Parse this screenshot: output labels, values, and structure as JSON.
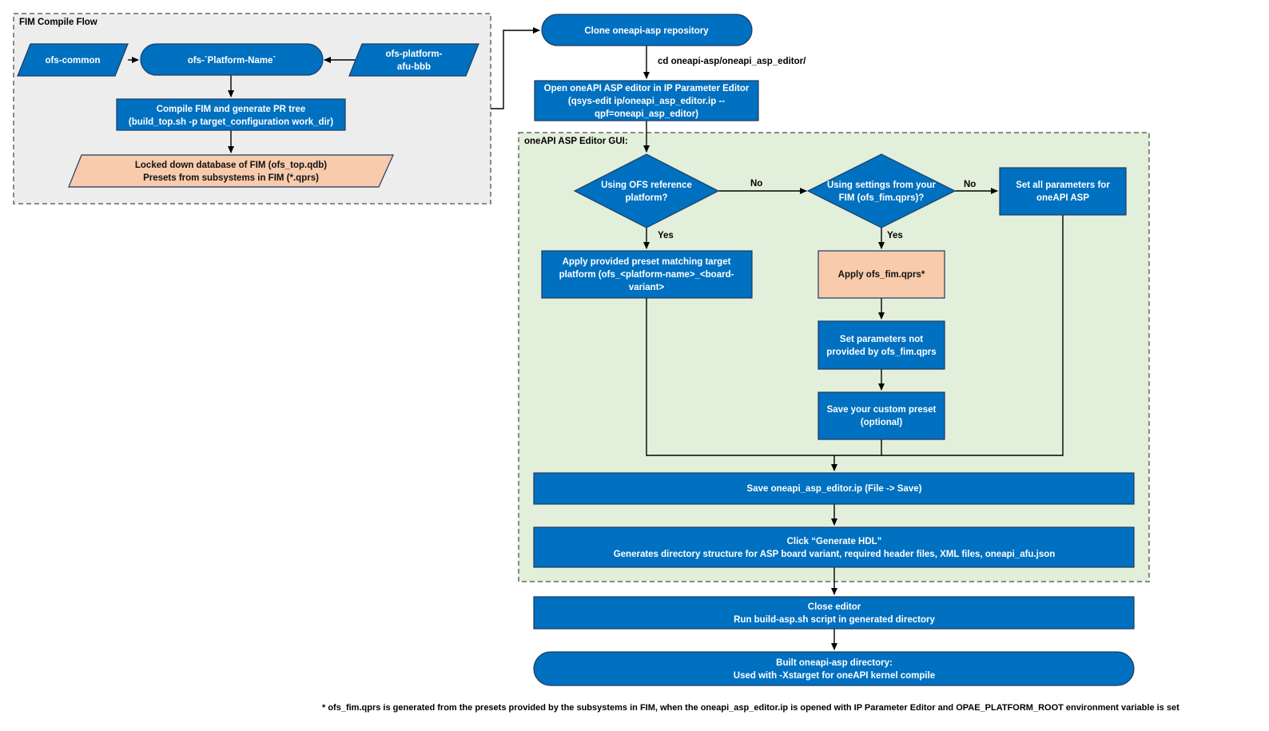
{
  "colors": {
    "process": "#0070c0",
    "process_stroke": "#1f3a5f",
    "highlight": "#f8cbad",
    "group_fim": "#ededed",
    "group_gui": "#e2efda",
    "group_border": "#666666",
    "connector": "#000000"
  },
  "groups": {
    "fim": {
      "label": "FIM Compile Flow"
    },
    "gui": {
      "label": "oneAPI ASP Editor GUI:"
    }
  },
  "nodes": {
    "ofs_common": {
      "lines": [
        "ofs-common"
      ]
    },
    "ofs_platform": {
      "lines": [
        "ofs-`Platform-Name`"
      ]
    },
    "ofs_platform_afu_bbb": {
      "lines": [
        "ofs-platform-",
        "afu-bbb"
      ]
    },
    "compile_fim": {
      "lines": [
        "Compile FIM and generate PR tree",
        "(build_top.sh -p target_configuration work_dir)"
      ]
    },
    "locked_db": {
      "lines": [
        "Locked down database of FIM (ofs_top.qdb)",
        "Presets from subsystems in FIM (*.qprs)"
      ]
    },
    "clone_repo": {
      "lines": [
        "Clone oneapi-asp repository"
      ]
    },
    "open_editor": {
      "lines": [
        "Open oneAPI ASP editor in IP Parameter Editor",
        "(qsys-edit ip/oneapi_asp_editor.ip --",
        "qpf=oneapi_asp_editor)"
      ]
    },
    "using_ofs_ref": {
      "lines": [
        "Using OFS reference",
        "platform?"
      ]
    },
    "using_fim_settings": {
      "lines": [
        "Using settings from your",
        "FIM (ofs_fim.qprs)?"
      ]
    },
    "set_all_params": {
      "lines": [
        "Set all parameters for",
        "oneAPI ASP"
      ]
    },
    "apply_preset": {
      "lines": [
        "Apply provided preset matching target",
        "platform (ofs_<platform-name>_<board-",
        "variant>"
      ]
    },
    "apply_fim_qprs": {
      "lines": [
        "Apply ofs_fim.qprs*"
      ]
    },
    "set_params_not_provided": {
      "lines": [
        "Set parameters not",
        "provided by ofs_fim.qprs"
      ]
    },
    "save_custom_preset": {
      "lines": [
        "Save your custom preset",
        "(optional)"
      ]
    },
    "save_editor_ip": {
      "lines": [
        "Save oneapi_asp_editor.ip (File -> Save)"
      ]
    },
    "generate_hdl": {
      "lines": [
        "Click “Generate HDL”",
        "Generates directory structure for ASP board variant, required header files, XML files, oneapi_afu.json"
      ]
    },
    "close_editor": {
      "lines": [
        "Close editor",
        "Run build-asp.sh script in generated directory"
      ]
    },
    "built_dir": {
      "lines": [
        "Built oneapi-asp directory:",
        "Used with -Xstarget for oneAPI kernel compile"
      ]
    }
  },
  "edge_labels": {
    "cd_command": "cd oneapi-asp/oneapi_asp_editor/",
    "no_1": "No",
    "no_2": "No",
    "yes_1": "Yes",
    "yes_2": "Yes"
  },
  "footnote": "* ofs_fim.qprs is generated from the presets provided by the subsystems in FIM, when the oneapi_asp_editor.ip is opened with IP Parameter Editor and OPAE_PLATFORM_ROOT environment variable is set"
}
